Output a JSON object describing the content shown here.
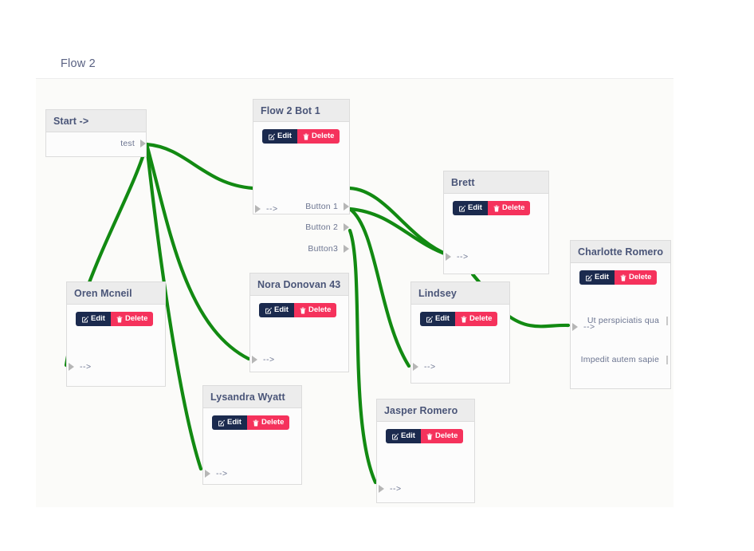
{
  "panel": {
    "title": "Flow 2"
  },
  "buttons": {
    "edit_label": "Edit",
    "delete_label": "Delete",
    "edit_icon": "pencil-square-icon",
    "delete_icon": "trash-icon",
    "edit_color": "#1b2a4e",
    "delete_color": "#f5325c"
  },
  "colors": {
    "edge": "#128a12",
    "node_header": "#ececec",
    "node_border": "#dcdcdc",
    "text": "#4a5578",
    "port_text": "#6b7490",
    "canvas": "#fbfbf9"
  },
  "nodes": [
    {
      "id": "start",
      "title": "Start ->",
      "has_actions": false,
      "inputs": [],
      "outputs": [
        {
          "label": "test"
        }
      ]
    },
    {
      "id": "flow-2-bot-1",
      "title": "Flow 2 Bot 1",
      "has_actions": true,
      "inputs": [
        {
          "label": "-->"
        }
      ],
      "outputs": [
        {
          "label": "Button 1"
        },
        {
          "label": "Button 2"
        },
        {
          "label": "Button3"
        }
      ]
    },
    {
      "id": "oren-mcneil",
      "title": "Oren Mcneil",
      "has_actions": true,
      "inputs": [
        {
          "label": "-->"
        }
      ],
      "outputs": []
    },
    {
      "id": "nora-donovan-43",
      "title": "Nora Donovan 43",
      "has_actions": true,
      "inputs": [
        {
          "label": "-->"
        }
      ],
      "outputs": []
    },
    {
      "id": "lysandra-wyatt",
      "title": "Lysandra Wyatt",
      "has_actions": true,
      "inputs": [
        {
          "label": "-->"
        }
      ],
      "outputs": []
    },
    {
      "id": "jasper-romero",
      "title": "Jasper Romero",
      "has_actions": true,
      "inputs": [
        {
          "label": "-->"
        }
      ],
      "outputs": []
    },
    {
      "id": "brett",
      "title": "Brett",
      "has_actions": true,
      "inputs": [
        {
          "label": "-->"
        }
      ],
      "outputs": []
    },
    {
      "id": "lindsey",
      "title": "Lindsey",
      "has_actions": true,
      "inputs": [
        {
          "label": "-->"
        }
      ],
      "outputs": []
    },
    {
      "id": "charlotte-romero",
      "title": "Charlotte Romero",
      "has_actions": true,
      "inputs": [
        {
          "label": "-->"
        }
      ],
      "outputs": [
        {
          "label": "Ut perspiciatis qua"
        },
        {
          "label": "Impedit autem sapie"
        }
      ]
    }
  ],
  "edges": [
    {
      "from": "start.test",
      "to": "flow-2-bot-1.in"
    },
    {
      "from": "start.test",
      "to": "oren-mcneil.in"
    },
    {
      "from": "start.test",
      "to": "nora-donovan-43.in"
    },
    {
      "from": "start.test",
      "to": "lysandra-wyatt.in"
    },
    {
      "from": "flow-2-bot-1.Button 1",
      "to": "brett.in"
    },
    {
      "from": "flow-2-bot-1.Button 2",
      "to": "brett.in"
    },
    {
      "from": "flow-2-bot-1.Button 2",
      "to": "lindsey.in"
    },
    {
      "from": "flow-2-bot-1.Button3",
      "to": "jasper-romero.in"
    },
    {
      "from": "brett.out",
      "to": "charlotte-romero.in"
    }
  ]
}
